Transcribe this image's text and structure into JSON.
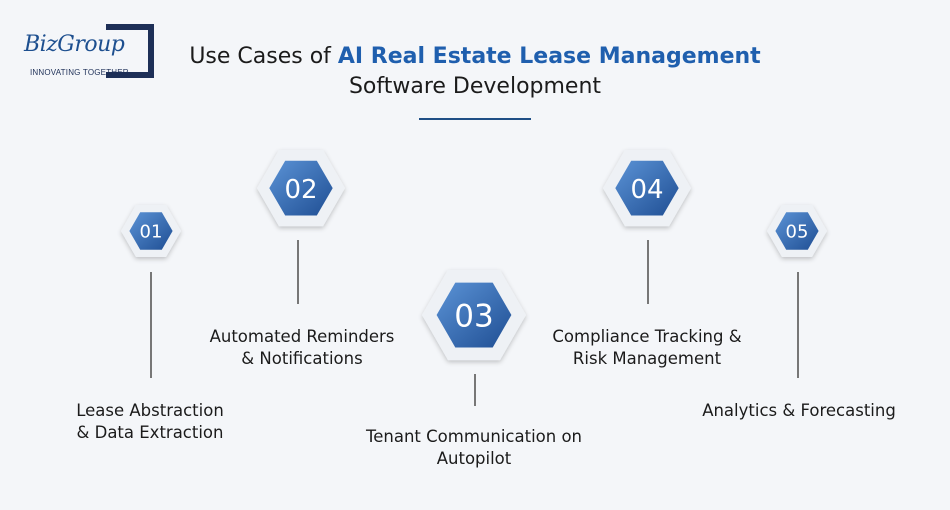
{
  "logo": {
    "brand": "BizGroup",
    "tagline": "INNOVATING TOGETHER"
  },
  "title": {
    "prefix": "Use Cases of",
    "highlight": "AI Real Estate Lease Management",
    "line2": "Software Development"
  },
  "colors": {
    "accent": "#1f5fae",
    "hex_dark": "#1f4e93",
    "hex_light": "#5b93d6",
    "line": "#777777"
  },
  "use_cases": [
    {
      "number": "01",
      "label_line1": "Lease Abstraction",
      "label_line2": "& Data Extraction"
    },
    {
      "number": "02",
      "label_line1": "Automated Reminders",
      "label_line2": "& Notifications"
    },
    {
      "number": "03",
      "label_line1": "Tenant Communication on",
      "label_line2": "Autopilot"
    },
    {
      "number": "04",
      "label_line1": "Compliance Tracking &",
      "label_line2": "Risk Management"
    },
    {
      "number": "05",
      "label_line1": "Analytics & Forecasting",
      "label_line2": ""
    }
  ]
}
